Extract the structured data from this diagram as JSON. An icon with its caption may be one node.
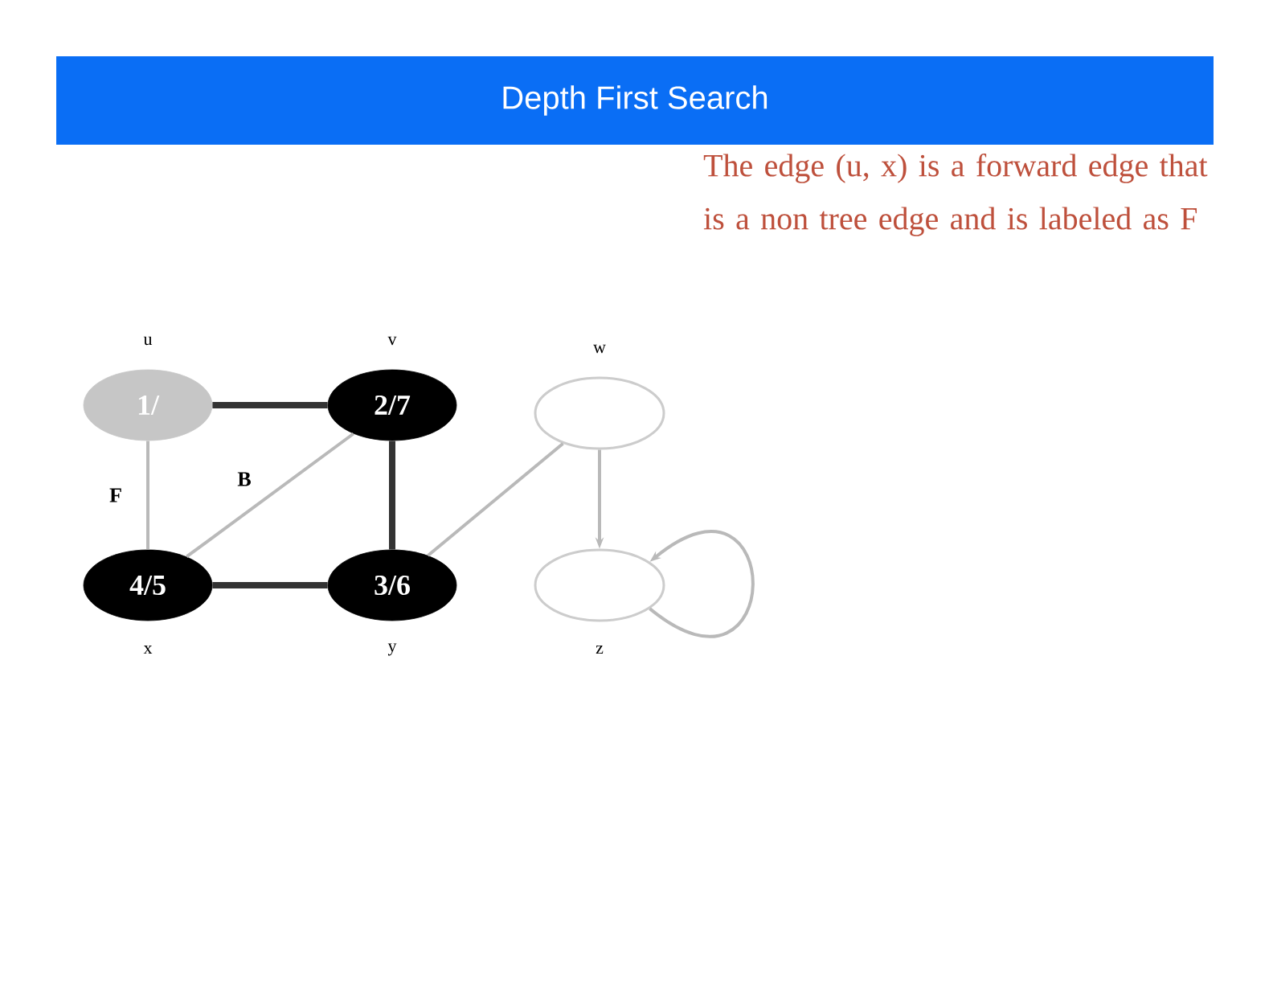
{
  "diagram": {
    "title": "Depth First Search",
    "nodes": [
      {
        "text": [
          "1/"
        ],
        "beside": [
          "u"
        ]
      },
      {
        "text": [
          "2/7"
        ],
        "beside": [
          "v"
        ]
      },
      {
        "text": [],
        "shape": "ellipse",
        "beside": [
          "w"
        ]
      },
      {
        "text": [
          "4/5"
        ],
        "beside": [
          "x"
        ]
      },
      {
        "text": [
          "3/6"
        ],
        "beside": [
          "y"
        ]
      },
      {
        "text": [],
        "shape": "ellipse",
        "beside": [
          "z"
        ]
      }
    ],
    "edges": [
      {
        "from": 0,
        "to": 1,
        "arrow": "none",
        "style": "thick",
        "color": "#333333"
      },
      {
        "from": 0,
        "to": 3,
        "arrow": "none",
        "label": "F"
      },
      {
        "from": 3,
        "to": 1,
        "arrow": "none",
        "label": "B"
      },
      {
        "from": 1,
        "to": 4,
        "arrow": "none",
        "style": "thick",
        "color": "#333333"
      },
      {
        "from": 3,
        "to": 4,
        "arrow": "none",
        "style": "thick",
        "color": "#333333"
      },
      {
        "from": 2,
        "to": 4,
        "arrow": "none"
      },
      {
        "from": 2,
        "to": 5,
        "arrow": "to"
      },
      {
        "from": 5,
        "to": 5,
        "arrow": "to"
      }
    ],
    "labels": [
      "The edge (u, x) is a forward edge that is a non tree edge and is labeled as F"
    ]
  }
}
